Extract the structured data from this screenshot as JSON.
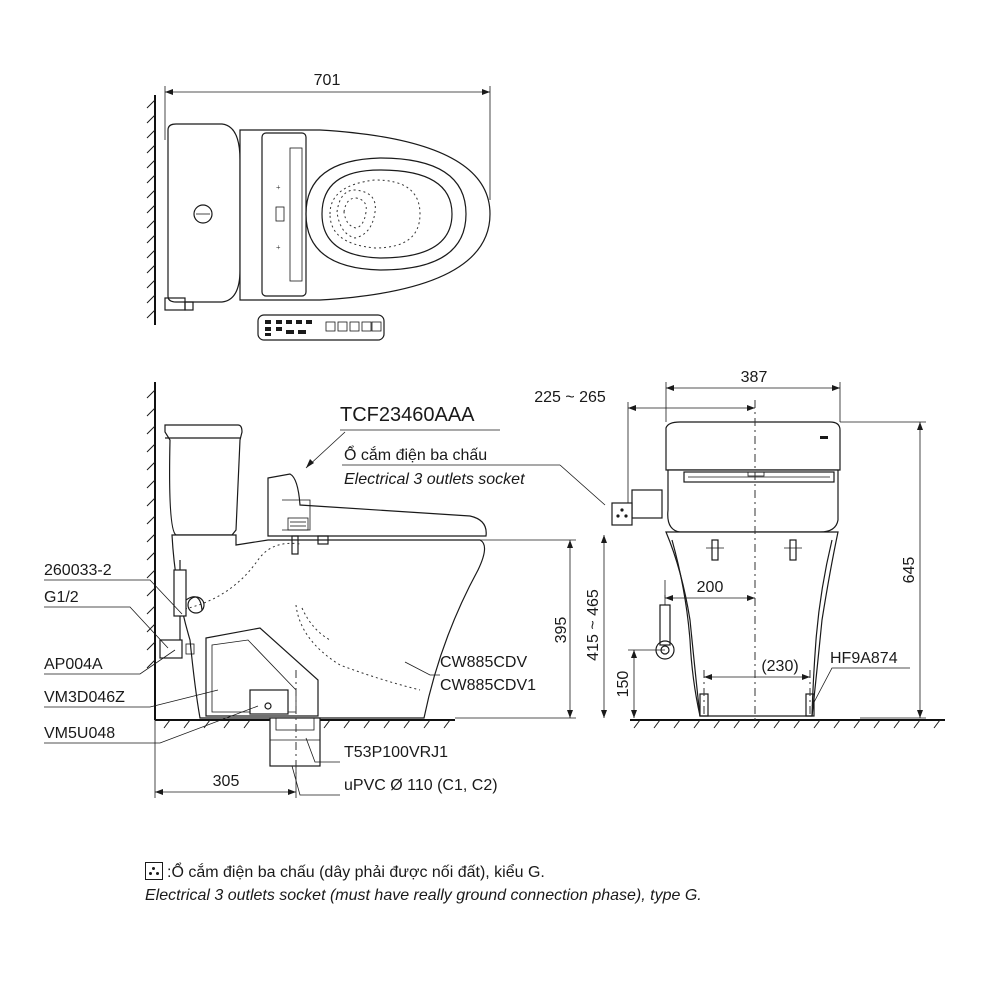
{
  "top_view": {
    "width_dim": "701"
  },
  "side_view": {
    "model": "TCF23460AAA",
    "socket_vi": "Ổ cắm điện ba chấu",
    "socket_en": "Electrical 3 outlets socket",
    "parts": {
      "p260033": "260033-2",
      "g12": "G1/2",
      "ap004a": "AP004A",
      "vm3d046z": "VM3D046Z",
      "vm5u048": "VM5U048",
      "t53p": "T53P100VRJ1",
      "upvc": "uPVC Ø 110 (C1, C2)",
      "cw885cdv": "CW885CDV",
      "cw885cdv1": "CW885CDV1"
    },
    "dims": {
      "rough_in": "305",
      "bowl_height": "395",
      "seat_height_range": "415 ~ 465"
    }
  },
  "front_view": {
    "dims": {
      "width": "387",
      "socket_offset": "225 ~ 265",
      "height": "645",
      "supply_offset": "200",
      "supply_height": "150",
      "bolt_spacing": "(230)"
    },
    "part": "HF9A874"
  },
  "footnote": {
    "vi": ":Ổ cắm điện ba chấu (dây phải được nối đất), kiểu G.",
    "en": "Electrical 3 outlets socket (must have really ground connection phase), type G."
  }
}
